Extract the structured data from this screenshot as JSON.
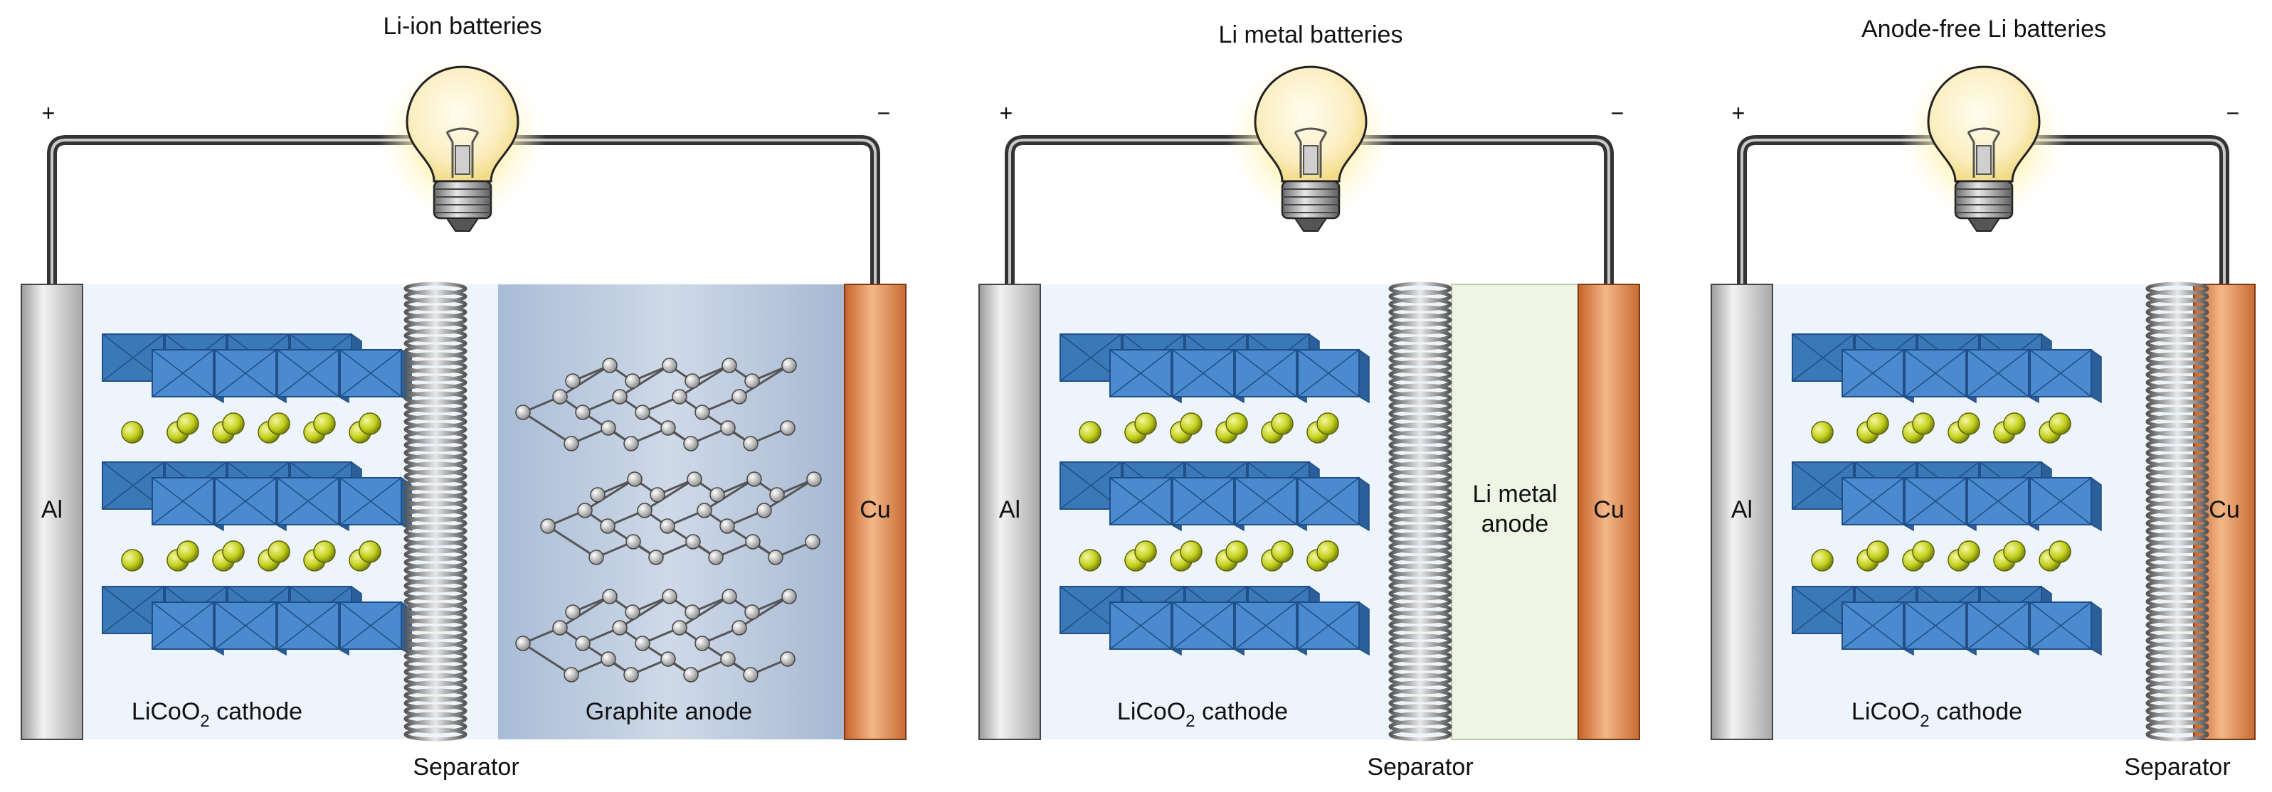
{
  "panels": [
    {
      "title": "Li-ion batteries",
      "plus": "+",
      "minus": "−",
      "left_collector": "Al",
      "right_collector": "Cu",
      "cathode": {
        "text": "LiCoO",
        "sub": "2",
        "tail": " cathode"
      },
      "anode": {
        "type": "graphite",
        "text": "Graphite anode"
      },
      "separator": "Separator"
    },
    {
      "title": "Li metal batteries",
      "plus": "+",
      "minus": "−",
      "left_collector": "Al",
      "right_collector": "Cu",
      "cathode": {
        "text": "LiCoO",
        "sub": "2",
        "tail": " cathode"
      },
      "anode": {
        "type": "li-metal",
        "line1": "Li metal",
        "line2": "anode"
      },
      "separator": "Separator"
    },
    {
      "title": "Anode-free Li batteries",
      "plus": "+",
      "minus": "−",
      "left_collector": "Al",
      "right_collector": "Cu",
      "cathode": {
        "text": "LiCoO",
        "sub": "2",
        "tail": " cathode"
      },
      "anode": {
        "type": "none"
      },
      "separator": "Separator"
    }
  ],
  "icons": [
    "light-bulb-icon",
    "separator-coil-icon",
    "lithium-ion-icon",
    "cobalt-oxide-octahedron-icon",
    "graphene-layer-icon"
  ],
  "colors": {
    "aluminum": "#c9c9c9",
    "copper": "#e3864a",
    "cathode_bg": "#eef4fb",
    "graphite_bg": "#b9c9de",
    "li_metal_bg": "#eef5e4",
    "octahedron": "#3f7fc0",
    "lithium": "#c6d21c",
    "wire": "#555555"
  }
}
